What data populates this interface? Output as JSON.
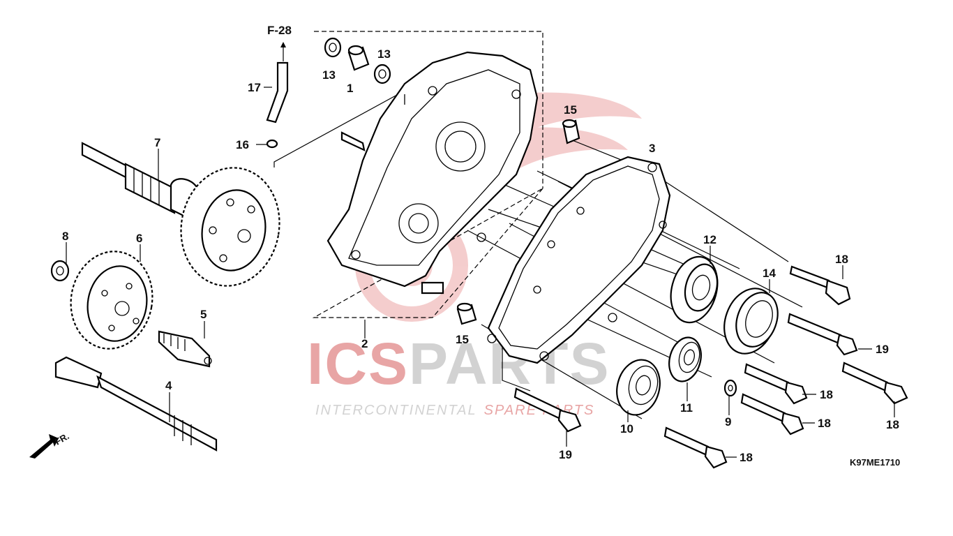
{
  "diagram": {
    "top_ref": "F-28",
    "code": "K97ME1710",
    "front_marker": "FR.",
    "callouts": [
      "1",
      "2",
      "3",
      "4",
      "5",
      "6",
      "7",
      "8",
      "9",
      "10",
      "11",
      "12",
      "13",
      "13",
      "14",
      "15",
      "15",
      "16",
      "17",
      "18",
      "18",
      "18",
      "18",
      "18",
      "19",
      "19"
    ]
  },
  "watermark": {
    "brand_part1": "ICS",
    "brand_part2": "PARTS",
    "tagline_part1": "INTERCONTINENTAL",
    "tagline_part2": "SPARE PARTS",
    "colors": {
      "red": "#e8a5a5",
      "gray": "#d2d2d2"
    }
  }
}
